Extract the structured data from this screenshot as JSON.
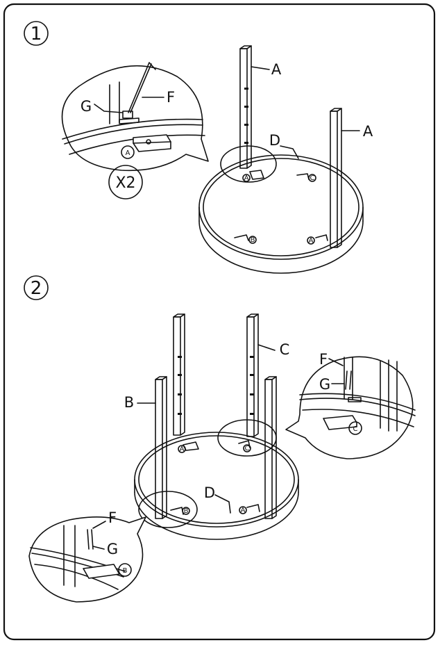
{
  "steps": [
    {
      "number": "1",
      "multiplier": "X2",
      "labels": {
        "leg_a_1": "A",
        "leg_a_2": "A",
        "rail": "D",
        "wrench": "F",
        "screw": "G"
      },
      "slot_marks": {
        "a": "A",
        "b": "B",
        "c": "C",
        "a_far": "A",
        "zoom_a": "A"
      }
    },
    {
      "number": "2",
      "labels": {
        "leg_b": "B",
        "leg_c": "C",
        "rail": "D",
        "wrench_right": "F",
        "screw_right": "G",
        "wrench_left": "F",
        "screw_left": "G"
      },
      "slot_marks": {
        "a_left": "A",
        "c": "C",
        "a_right": "A",
        "b": "B",
        "zoom_c": "C",
        "zoom_b": "B"
      }
    }
  ]
}
